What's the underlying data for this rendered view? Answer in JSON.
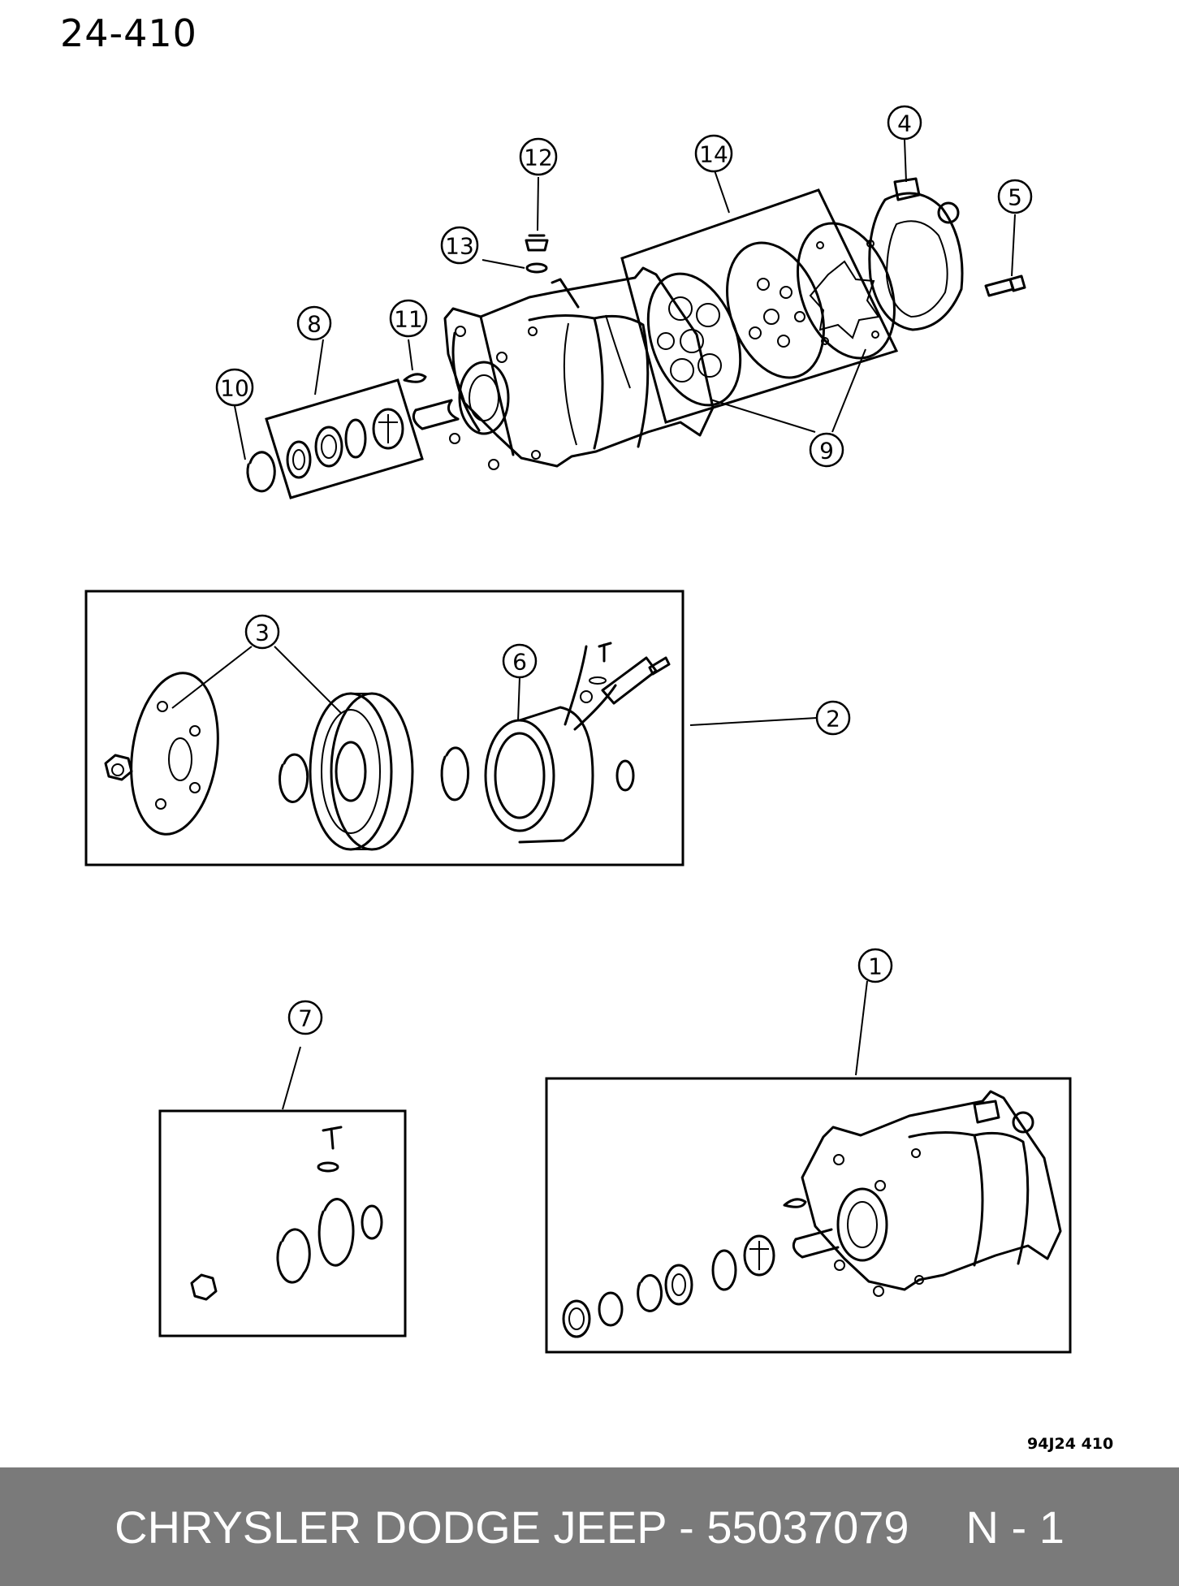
{
  "page_title": "24-410",
  "illustration_code": "94J24  410",
  "callouts": {
    "c1": "1",
    "c2": "2",
    "c3": "3",
    "c4": "4",
    "c5": "5",
    "c6": "6",
    "c7": "7",
    "c8": "8",
    "c9": "9",
    "c10": "10",
    "c11": "11",
    "c12": "12",
    "c13": "13",
    "c14": "14"
  },
  "footer": {
    "text": "CHRYSLER DODGE JEEP - 55037079",
    "code": "N - 1"
  }
}
